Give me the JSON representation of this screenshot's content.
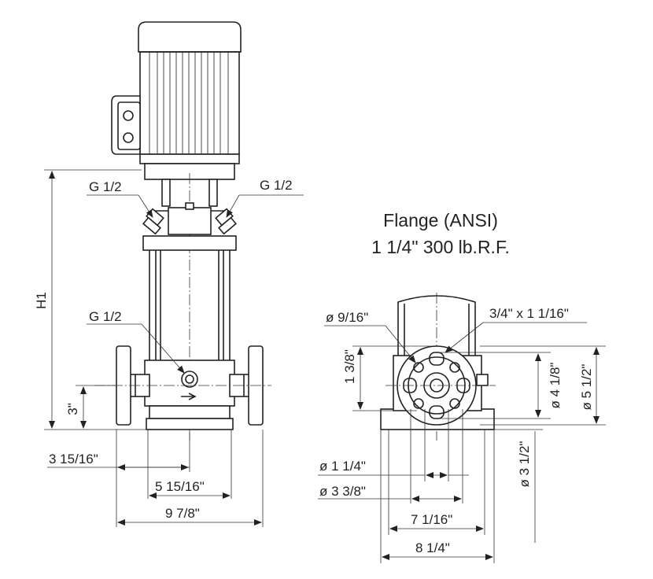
{
  "title": {
    "line1": "Flange (ANSI)",
    "line2": "1 1/4\" 300 lb.R.F."
  },
  "labels": {
    "g_left": "G 1/2",
    "g_right": "G 1/2",
    "g_center": "G 1/2",
    "h1": "H1",
    "dim_3in": "3\"",
    "dim_3_15_16": "3 15/16\"",
    "dim_5_15_16": "5 15/16\"",
    "dim_9_7_8": "9 7/8\"",
    "dia_9_16": "ø 9/16\"",
    "slot": "3/4\" x 1 1/16\"",
    "dim_1_3_8": "1 3/8\"",
    "dia_4_1_8": "ø 4 1/8\"",
    "dia_5_1_2": "ø 5 1/2\"",
    "dia_1_1_4": "ø 1 1/4\"",
    "dia_3_3_8": "ø 3 3/8\"",
    "dia_3_1_2": "ø 3 1/2\"",
    "dim_7_1_16": "7 1/16\"",
    "dim_8_1_4": "8 1/4\""
  }
}
